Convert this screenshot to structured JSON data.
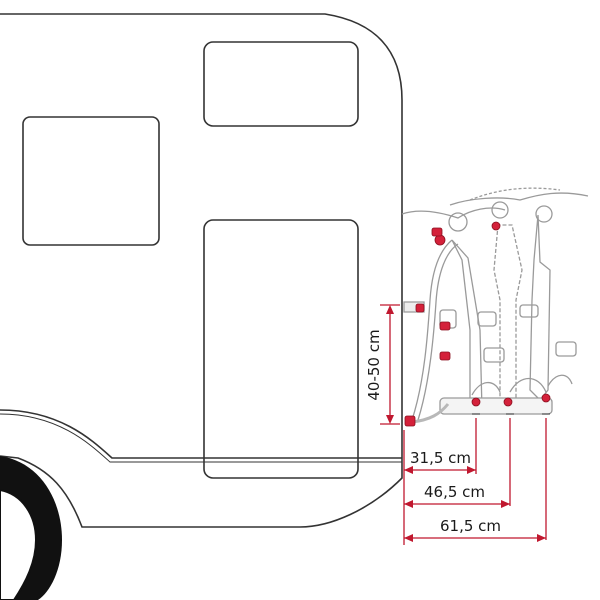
{
  "dimensions": {
    "mount_height": "40-50 cm",
    "depth_1_bike": "31,5 cm",
    "depth_2_bikes": "46,5 cm",
    "depth_3_bikes": "61,5 cm"
  },
  "colors": {
    "outline": "#333333",
    "dimension_red": "#c0182f",
    "accent_red": "#d4213a",
    "rack_gray": "#b0b0b0",
    "tire": "#111111"
  }
}
